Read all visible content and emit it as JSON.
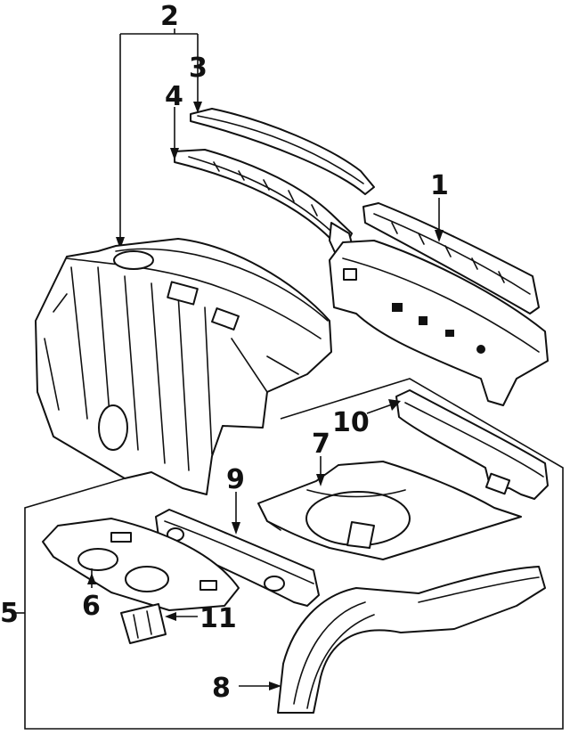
{
  "diagram": {
    "callouts": [
      {
        "id": "1",
        "label": "1"
      },
      {
        "id": "2",
        "label": "2"
      },
      {
        "id": "3",
        "label": "3"
      },
      {
        "id": "4",
        "label": "4"
      },
      {
        "id": "5",
        "label": "5"
      },
      {
        "id": "6",
        "label": "6"
      },
      {
        "id": "7",
        "label": "7"
      },
      {
        "id": "8",
        "label": "8"
      },
      {
        "id": "9",
        "label": "9"
      },
      {
        "id": "10",
        "label": "10"
      },
      {
        "id": "11",
        "label": "11"
      }
    ]
  },
  "colors": {
    "ink": "#111111",
    "background": "#ffffff"
  }
}
